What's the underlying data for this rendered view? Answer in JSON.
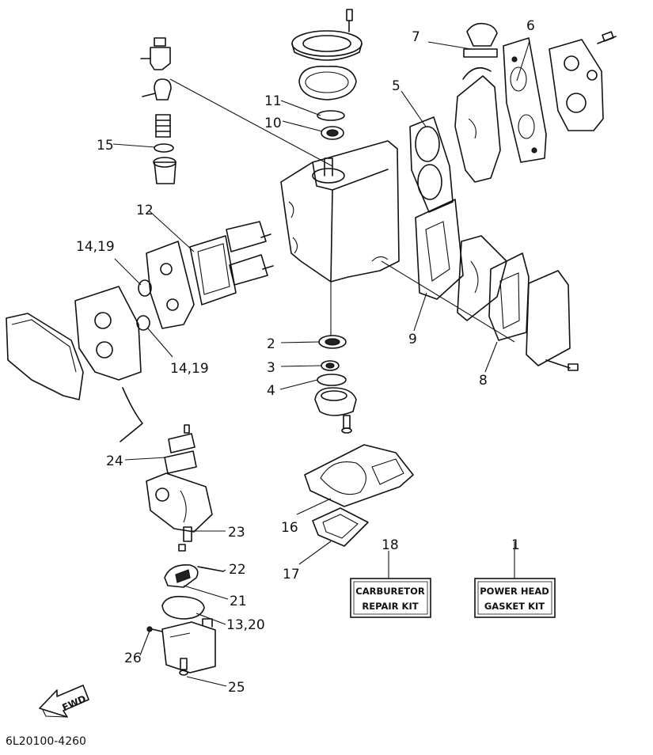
{
  "callouts": {
    "c1": "1",
    "c2": "2",
    "c3": "3",
    "c4": "4",
    "c5": "5",
    "c6": "6",
    "c7": "7",
    "c8": "8",
    "c9": "9",
    "c10": "10",
    "c11": "11",
    "c12": "12",
    "c13_20": "13,20",
    "c14_19_top": "14,19",
    "c14_19_bottom": "14,19",
    "c15": "15",
    "c16": "16",
    "c17": "17",
    "c18": "18",
    "c21": "21",
    "c22": "22",
    "c23": "23",
    "c24": "24",
    "c25": "25",
    "c26": "26"
  },
  "kits": {
    "carburetor": {
      "line1": "CARBURETOR",
      "line2": "REPAIR KIT"
    },
    "power_head": {
      "line1": "POWER HEAD",
      "line2": "GASKET KIT"
    }
  },
  "fwd_label": "FWD",
  "diagram_code": "6L20100-4260"
}
